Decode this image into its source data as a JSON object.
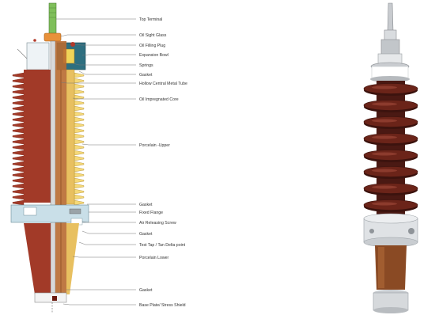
{
  "figure": {
    "callouts": [
      "Top Terminal",
      "Oil Sight Glass",
      "Oil Filling Plug",
      "Expansion Bowl",
      "Springs",
      "Gasket",
      "Hollow Central Metal Tube",
      "Oil Impregnated Core",
      "Porcelain -Upper",
      "Gasket",
      "Fixed Flange",
      "Air Releasing Screw",
      "Gasket",
      "Test Tap / Tan Delta point",
      "Porcelain Lower",
      "Gasket",
      "Base Plate/ Stress Shield"
    ]
  },
  "colors": {
    "porcelain": "#a23a28",
    "porcelain_dark": "#7a2a1c",
    "core": "#e8c060",
    "core_light": "#fff3a0",
    "flange": "#c9dfe8",
    "terminal": "#7fbf5a",
    "oil_sight_glass": "#e8913a",
    "expansion_bowl": "#2e6f80",
    "leader": "#555555",
    "photo_porcelain": "#5a1f17",
    "photo_lower": "#8a4a24",
    "photo_metal": "#c8cbcf"
  },
  "icons": [
    "bushing-cutaway-illustration",
    "bushing-photo"
  ]
}
